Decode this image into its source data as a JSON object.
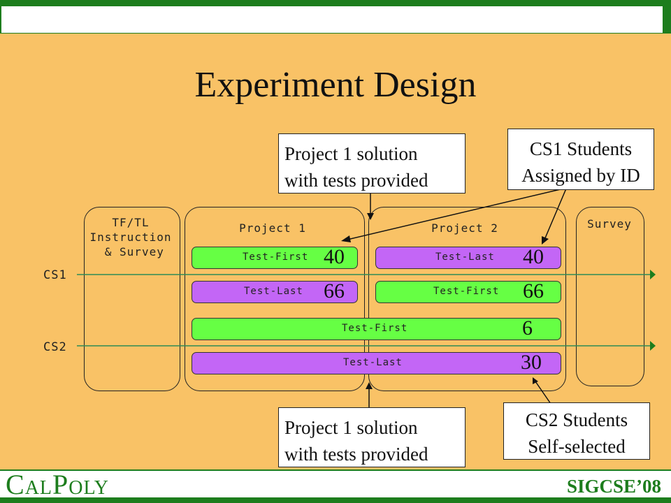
{
  "slide": {
    "title": "Experiment Design",
    "colors": {
      "background": "#f9c266",
      "green_bar": "#66ff44",
      "purple_bar": "#c366f6",
      "brand": "#1d7d1d"
    }
  },
  "diagram": {
    "columns": {
      "instruction": "TF/TL\nInstruction\n & Survey",
      "project1": "Project 1",
      "project2": "Project 2",
      "survey": "Survey"
    },
    "rows": {
      "cs1": "CS1",
      "cs2": "CS2"
    },
    "bars": {
      "cs1_a_p1_label": "Test-First",
      "cs1_a_p1_num": "40",
      "cs1_a_p2_label": "Test-Last",
      "cs1_a_p2_num": "40",
      "cs1_b_p1_label": "Test-Last",
      "cs1_b_p1_num": "66",
      "cs1_b_p2_label": "Test-First",
      "cs1_b_p2_num": "66",
      "cs2_a_label": "Test-First",
      "cs2_a_num": "6",
      "cs2_b_label": "Test-Last",
      "cs2_b_num": "30"
    },
    "callouts": {
      "top_solution_1": "Project 1 solution",
      "top_solution_2": "with tests provided",
      "cs1_students_1": "CS1 Students",
      "cs1_students_2": "Assigned by ID",
      "bottom_solution_1": "Project 1 solution",
      "bottom_solution_2": "with tests provided",
      "cs2_students_1": "CS2 Students",
      "cs2_students_2": "Self-selected"
    }
  },
  "footer": {
    "logo_c": "C",
    "logo_al": "AL",
    "logo_p": "P",
    "logo_oly": "OLY",
    "conference": "SIGCSE’08"
  }
}
